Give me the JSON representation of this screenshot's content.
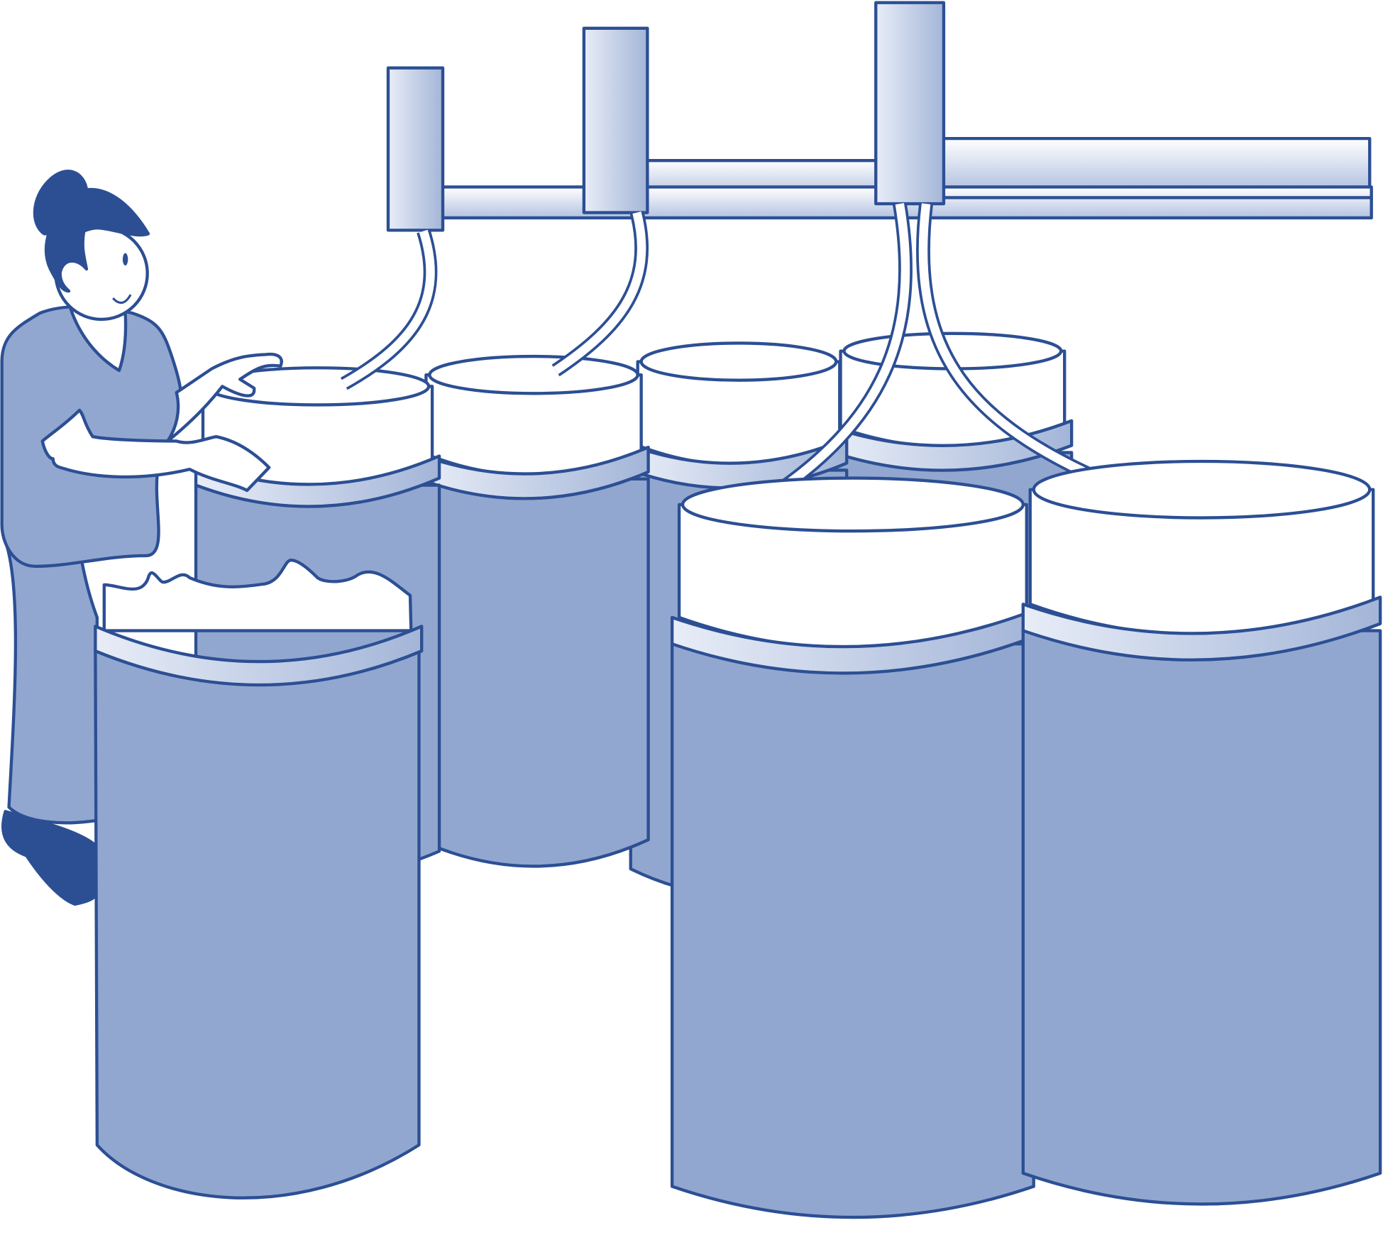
{
  "illustration": {
    "subject": "worker-with-storage-tanks-and-overhead-pipes",
    "colors": {
      "outline": "#2c4f94",
      "tank_fill": "#92a7cf",
      "highlight": "#ffffff",
      "gradient_light": "#e8edf7",
      "gradient_dark": "#a3b5d8",
      "hair": "#2c4f94"
    },
    "icons": [
      "tank",
      "pipe",
      "hose",
      "person"
    ]
  }
}
